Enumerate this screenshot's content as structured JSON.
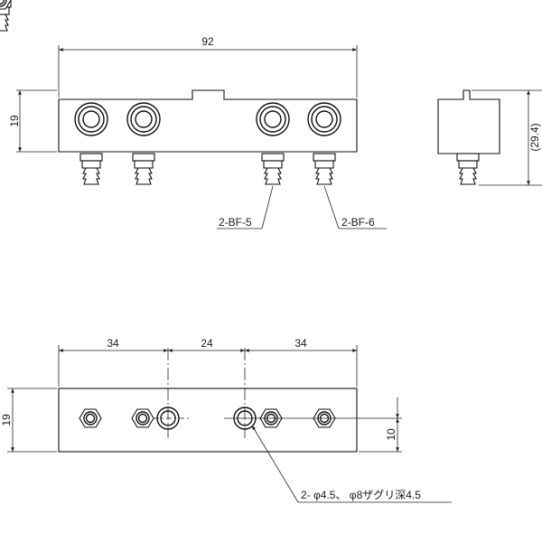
{
  "top_view": {
    "width_label": "92",
    "height_label": "19",
    "callouts": [
      "2-BF-5",
      "2-BF-6"
    ]
  },
  "side_view": {
    "height_label": "(29.4)"
  },
  "bottom_view": {
    "dims": [
      "34",
      "24",
      "34"
    ],
    "height_label": "19",
    "offset_label": "10",
    "hole_note": "2- φ4.5、 φ8ザグリ深4.5"
  }
}
